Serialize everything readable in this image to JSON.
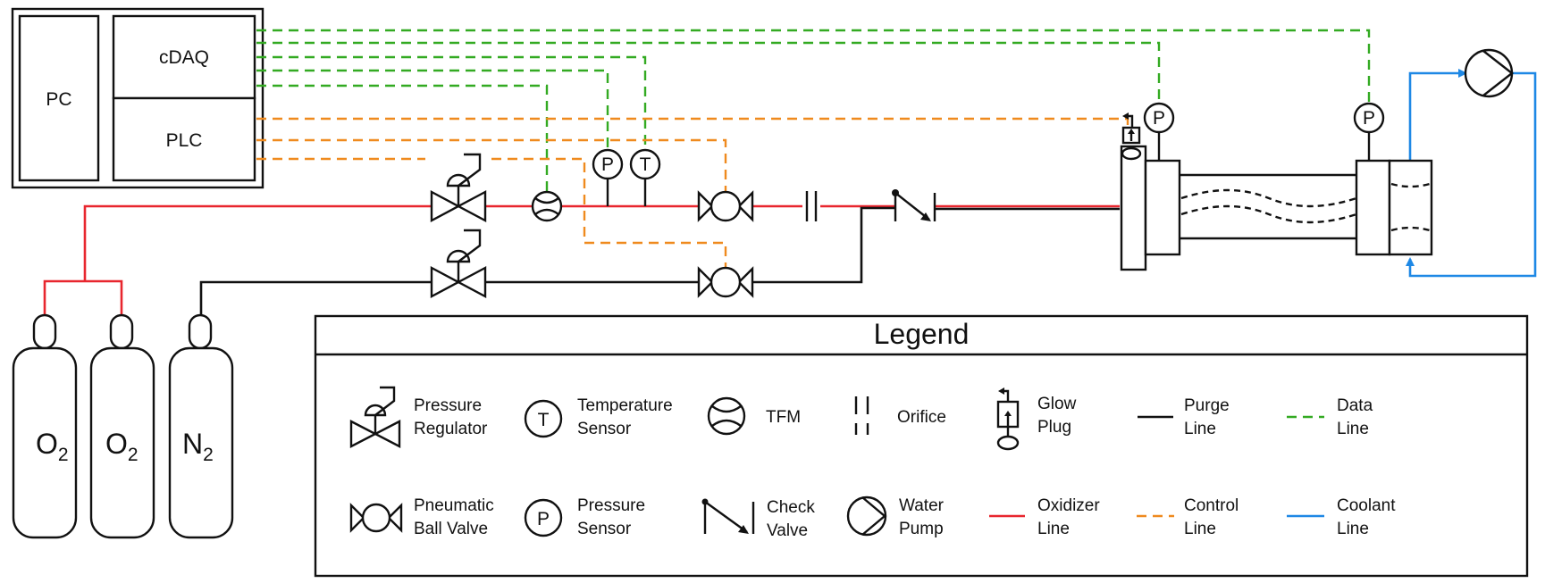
{
  "control_system": {
    "pc_label": "PC",
    "cdaq_label": "cDAQ",
    "plc_label": "PLC"
  },
  "gas_tanks": [
    {
      "label": "O",
      "subscript": "2"
    },
    {
      "label": "O",
      "subscript": "2"
    },
    {
      "label": "N",
      "subscript": "2"
    }
  ],
  "sensor_letters": {
    "pressure": "P",
    "temperature": "T"
  },
  "legend": {
    "title": "Legend",
    "items": [
      {
        "lines": [
          "Pressure",
          "Regulator"
        ]
      },
      {
        "lines": [
          "Temperature",
          "Sensor"
        ]
      },
      {
        "lines": [
          "TFM"
        ]
      },
      {
        "lines": [
          "Orifice"
        ]
      },
      {
        "lines": [
          "Glow",
          "Plug"
        ]
      },
      {
        "lines": [
          "Purge",
          "Line"
        ]
      },
      {
        "lines": [
          "Data",
          "Line"
        ]
      },
      {
        "lines": [
          "Pneumatic",
          "Ball Valve"
        ]
      },
      {
        "lines": [
          "Pressure",
          "Sensor"
        ]
      },
      {
        "lines": [
          "Check",
          "Valve"
        ]
      },
      {
        "lines": [
          "Water",
          "Pump"
        ]
      },
      {
        "lines": [
          "Oxidizer",
          "Line"
        ]
      },
      {
        "lines": [
          "Control",
          "Line"
        ]
      },
      {
        "lines": [
          "Coolant",
          "Line"
        ]
      }
    ]
  },
  "colors": {
    "purge_line": "#111111",
    "oxidizer_line": "#e8262e",
    "control_line": "#ef8a1e",
    "data_line": "#33aa22",
    "coolant_line": "#1e88e5"
  }
}
